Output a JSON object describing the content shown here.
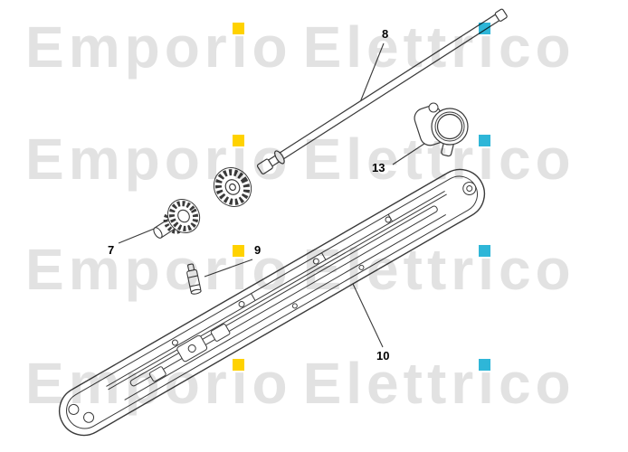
{
  "watermark": {
    "full_text": "Emporio Elettrico",
    "word1_pre": "Empor",
    "word1_post": "o",
    "word2_pre": "Elettr",
    "word2_post": "co",
    "i_letter": "i",
    "text_color": "#e2e2e2",
    "dot1_color": "#ffd200",
    "dot2_color": "#2eb6d8",
    "row_count": 4
  },
  "diagram": {
    "line_color": "#3a3a3a",
    "labels": {
      "part7": "7",
      "part8": "8",
      "part9": "9",
      "part10": "10",
      "part13": "13"
    }
  }
}
